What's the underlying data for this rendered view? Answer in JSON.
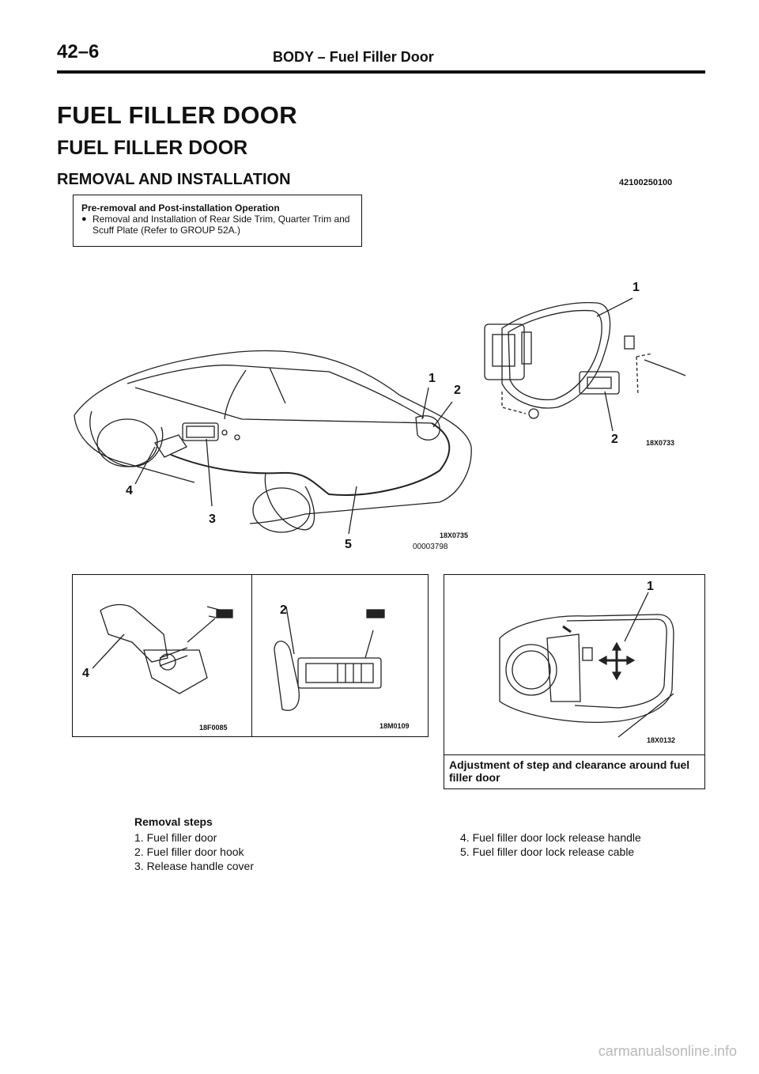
{
  "header": {
    "page_number": "42–6",
    "title": "BODY – Fuel Filler Door"
  },
  "headings": {
    "h1": "FUEL FILLER DOOR",
    "h2": "FUEL FILLER DOOR",
    "h3": "REMOVAL AND INSTALLATION",
    "doc_code": "42100250100"
  },
  "note": {
    "title": "Pre-removal and Post-installation Operation",
    "bullet": "Removal and Installation of Rear Side Trim, Quarter Trim and Scuff Plate (Refer to GROUP 52A.)"
  },
  "main_figure": {
    "callouts": [
      "1",
      "2",
      "3",
      "4",
      "5"
    ],
    "codes": [
      "18X0735",
      "00003798"
    ]
  },
  "detail_figure": {
    "callouts": [
      "1",
      "2"
    ],
    "code": "18X0733"
  },
  "bottom_figures": {
    "hook_callout": "4",
    "hook_code": "18F0085",
    "latch_callout": "2",
    "latch_code": "18M0109",
    "door_callout": "1",
    "door_code": "18X0132",
    "caption": "Adjustment of step and clearance around fuel filler door"
  },
  "removal_steps": {
    "title": "Removal steps",
    "left": [
      "1. Fuel filler door",
      "2. Fuel filler door hook",
      "3. Release handle cover"
    ],
    "right": [
      "4. Fuel filler door lock release handle",
      "5. Fuel filler door lock release cable"
    ]
  },
  "watermark": "carmanualsonline.info"
}
